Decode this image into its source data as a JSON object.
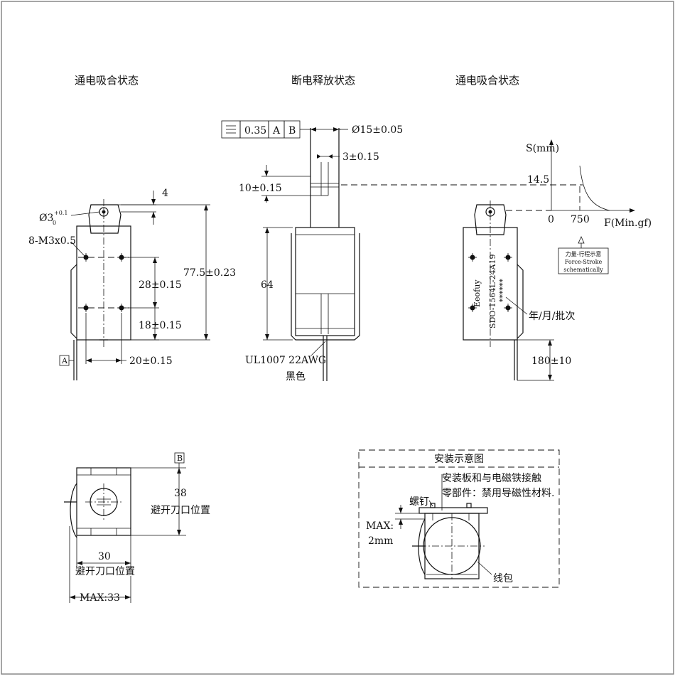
{
  "views": {
    "left_title": "通电吸合状态",
    "mid_title": "断电释放状态",
    "right_title": "通电吸合状态"
  },
  "left_view": {
    "hole_dia": "Ø3",
    "hole_sub": "0",
    "hole_sup": "+0.1",
    "top_offset": "4",
    "thread": "8-M3x0.5",
    "height_total": "77.5±0.23",
    "pitch_v": "28±0.15",
    "pitch_bottom": "18±0.15",
    "pitch_h": "20±0.15",
    "datum_a": "A"
  },
  "mid_view": {
    "flatness_symbol": "⌯",
    "tolerance": "0.35",
    "datum_a": "A",
    "datum_b": "B",
    "shaft_dia": "Ø15±0.05",
    "slot_width": "3±0.15",
    "slot_depth": "10±0.15",
    "body_height": "64",
    "wire_spec": "UL1007  22AWG",
    "wire_color": "黑色"
  },
  "right_view": {
    "axis_s": "S(mm)",
    "axis_f": "F(Min.gf)",
    "stroke_value": "14.5",
    "origin": "0",
    "force_value": "750",
    "note_cn": "力量-行程示意",
    "note_en1": "Force-Stroke",
    "note_en2": "schematically",
    "brand": "Eeofuy",
    "model": "SDO-1564L-24A19",
    "date_code": "******",
    "date_label": "年/月/批次",
    "lead_length": "180±10"
  },
  "bottom_view": {
    "datum_b": "B",
    "height_value": "38",
    "height_note": "避开刀口位置",
    "width_value": "30",
    "width_note": "避开刀口位置",
    "max_width": "MAX:33"
  },
  "install_view": {
    "title": "安装示意图",
    "note_line1": "安装板和与电磁铁接触",
    "note_line2": "零部件：禁用导磁性材料.",
    "screw": "螺钉",
    "gap_label": "MAX:",
    "gap_value": "2mm",
    "coil": "线包"
  }
}
